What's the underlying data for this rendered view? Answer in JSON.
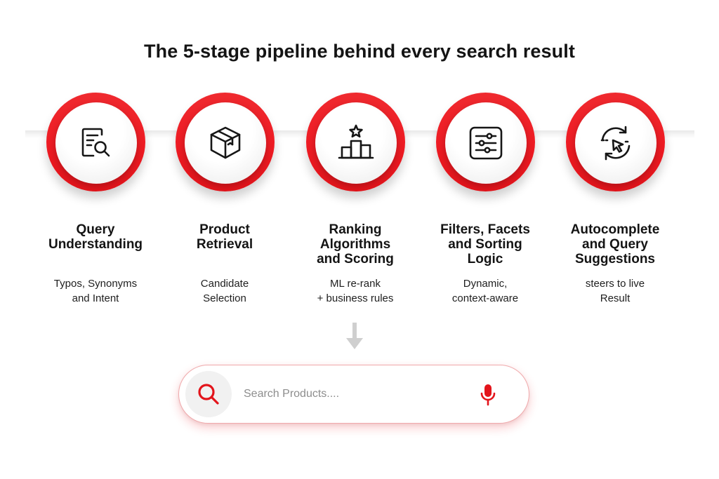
{
  "title": "The 5-stage pipeline behind every search result",
  "colors": {
    "accent": "#ee1c24",
    "text": "#141414",
    "placeholder": "#8d8d8d"
  },
  "stages": [
    {
      "icon": "query-search-document-icon",
      "title": "Query\nUnderstanding",
      "description": "Typos, Synonyms\nand Intent"
    },
    {
      "icon": "product-box-icon",
      "title": "Product\nRetrieval",
      "description": "Candidate\nSelection"
    },
    {
      "icon": "ranking-podium-star-icon",
      "title": "Ranking\nAlgorithms\nand Scoring",
      "description": "ML re-rank\n+ business rules"
    },
    {
      "icon": "filter-sliders-icon",
      "title": "Filters, Facets\nand Sorting\nLogic",
      "description": "Dynamic,\ncontext-aware"
    },
    {
      "icon": "autocomplete-cursor-refresh-icon",
      "title": "Autocomplete\nand Query\nSuggestions",
      "description": "steers to live\nResult"
    }
  ],
  "search": {
    "placeholder": "Search Products....",
    "search_icon": "search-icon",
    "mic_icon": "microphone-icon"
  }
}
